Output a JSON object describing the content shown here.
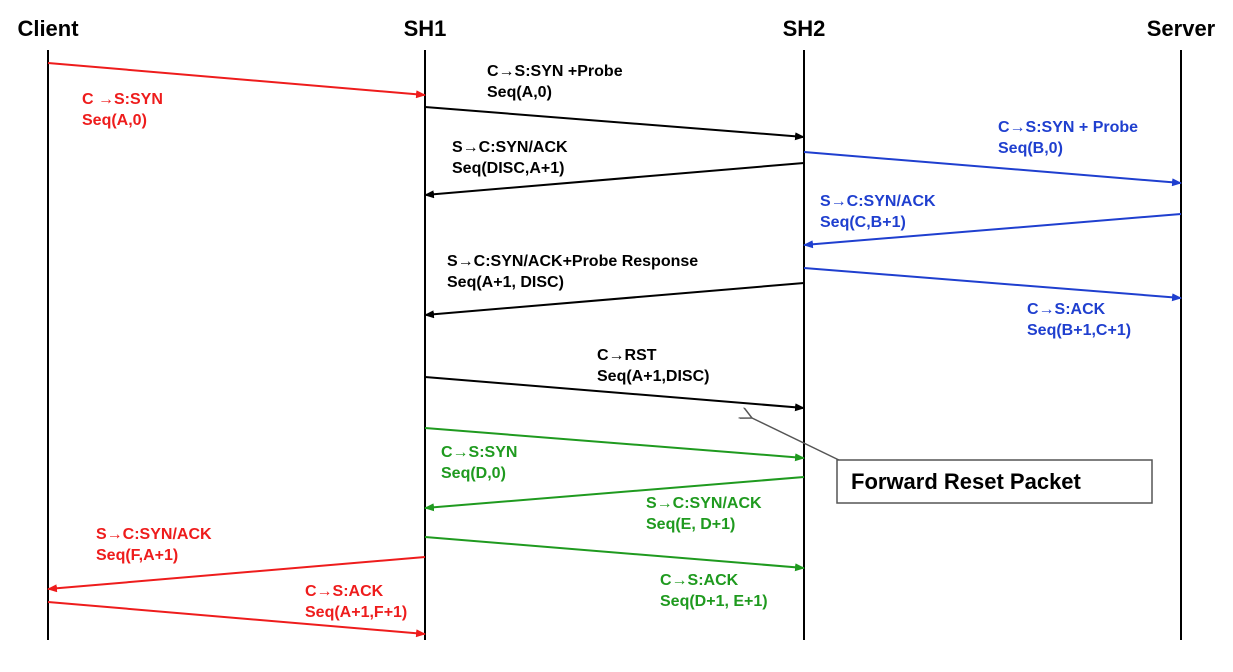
{
  "participants": {
    "client": "Client",
    "sh1": "SH1",
    "sh2": "SH2",
    "server": "Server"
  },
  "colors": {
    "red": "#ee1c1c",
    "black": "#000000",
    "blue": "#1f3fcf",
    "green": "#1f9a1f"
  },
  "messages": [
    {
      "color": "red",
      "line1": "C →S:SYN",
      "line2": "Seq(A,0)"
    },
    {
      "color": "black",
      "line1": "C→S:SYN +Probe",
      "line2": "Seq(A,0)"
    },
    {
      "color": "black",
      "line1": "S→C:SYN/ACK",
      "line2": "Seq(DISC,A+1)"
    },
    {
      "color": "blue",
      "line1": "C→S:SYN + Probe",
      "line2": "Seq(B,0)"
    },
    {
      "color": "blue",
      "line1": "S→C:SYN/ACK",
      "line2": "Seq(C,B+1)"
    },
    {
      "color": "black",
      "line1": "S→C:SYN/ACK+Probe Response",
      "line2": "Seq(A+1, DISC)"
    },
    {
      "color": "blue",
      "line1": "C→S:ACK",
      "line2": "Seq(B+1,C+1)"
    },
    {
      "color": "black",
      "line1": "C→RST",
      "line2": "Seq(A+1,DISC)"
    },
    {
      "color": "green",
      "line1": "C→S:SYN",
      "line2": "Seq(D,0)"
    },
    {
      "color": "green",
      "line1": "S→C:SYN/ACK",
      "line2": "Seq(E, D+1)"
    },
    {
      "color": "red",
      "line1": "S→C:SYN/ACK",
      "line2": "Seq(F,A+1)"
    },
    {
      "color": "green",
      "line1": "C→S:ACK",
      "line2": "Seq(D+1, E+1)"
    },
    {
      "color": "red",
      "line1": "C→S:ACK",
      "line2": "Seq(A+1,F+1)"
    }
  ],
  "callout": {
    "text": "Forward Reset Packet"
  }
}
